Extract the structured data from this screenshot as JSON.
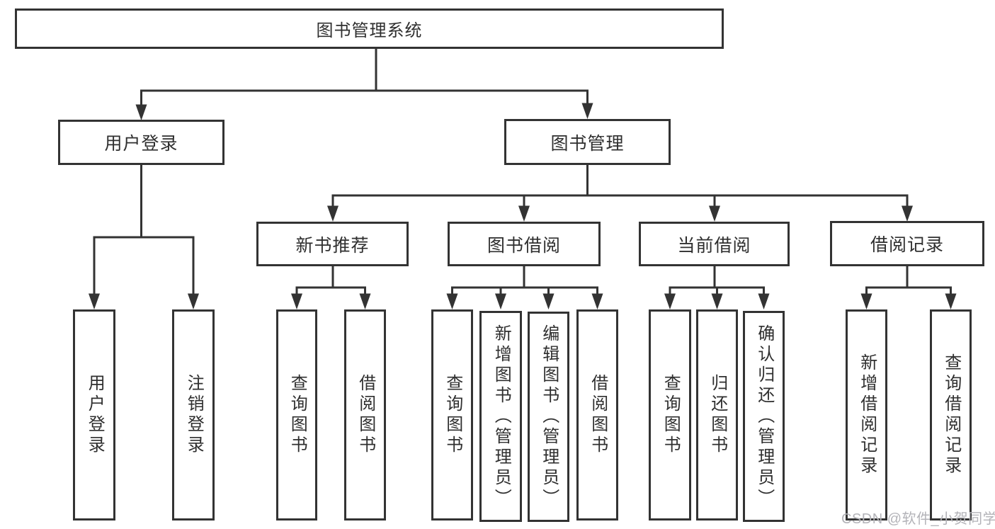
{
  "tree": {
    "root_label": "图书管理系统",
    "branches": [
      {
        "label": "用户登录",
        "leaves": [
          "用户登录",
          "注销登录"
        ]
      },
      {
        "label": "图书管理",
        "groups": [
          {
            "label": "新书推荐",
            "leaves": [
              "查询图书",
              "借阅图书"
            ]
          },
          {
            "label": "图书借阅",
            "leaves": [
              "查询图书",
              "新增图书（管理员）",
              "编辑图书（管理员）",
              "借阅图书"
            ]
          },
          {
            "label": "当前借阅",
            "leaves": [
              "查询图书",
              "归还图书",
              "确认归还（管理员）"
            ]
          },
          {
            "label": "借阅记录",
            "leaves": [
              "新增借阅记录",
              "查询借阅记录"
            ]
          }
        ]
      }
    ]
  },
  "watermark": "CSDN @软件_小贺同学",
  "colors": {
    "line": "#333333",
    "text": "#2f2f2f",
    "background": "#ffffff",
    "watermark": "#b3b3b8"
  }
}
